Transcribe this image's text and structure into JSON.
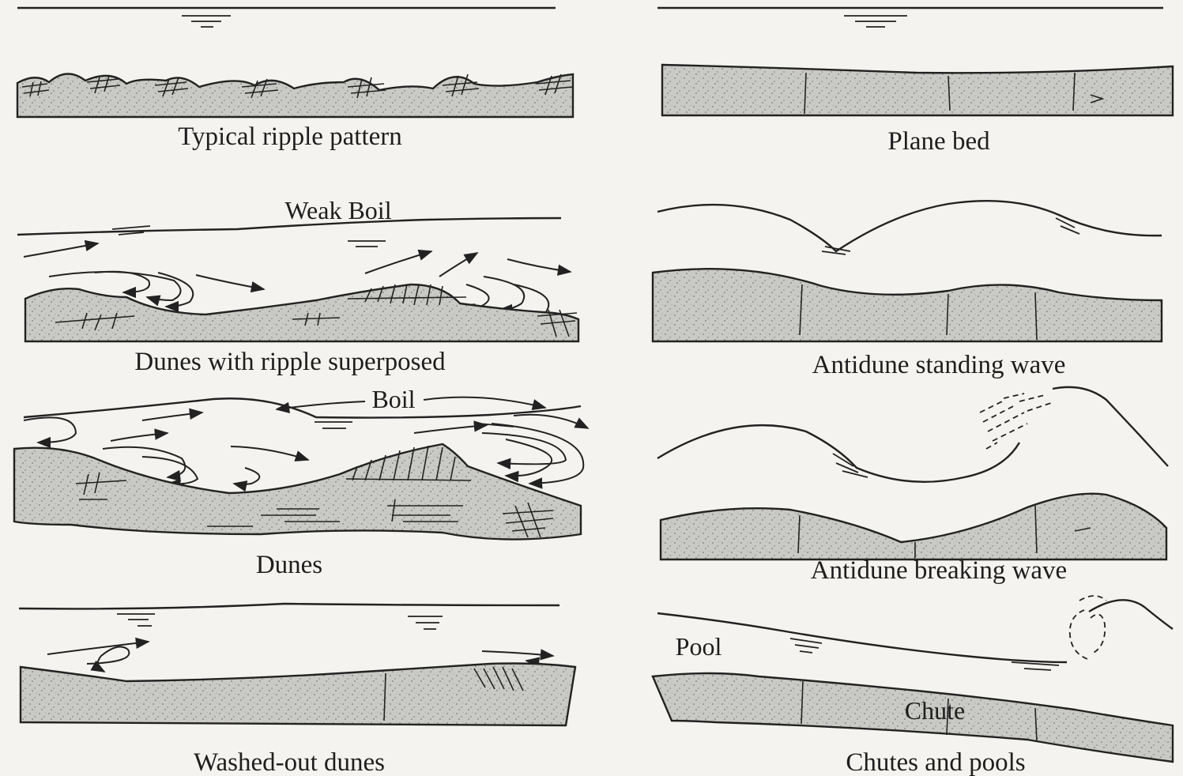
{
  "panels": {
    "typical_ripple": {
      "caption": "Typical ripple pattern"
    },
    "plane_bed": {
      "caption": "Plane bed"
    },
    "dunes_ripple": {
      "caption": "Dunes with ripple superposed",
      "label": "Weak Boil"
    },
    "antidune_standing": {
      "caption": "Antidune standing wave"
    },
    "dunes": {
      "caption": "Dunes",
      "label": "Boil"
    },
    "antidune_breaking": {
      "caption": "Antidune breaking wave"
    },
    "washed_out": {
      "caption": "Washed-out dunes"
    },
    "chutes_pools": {
      "caption": "Chutes and pools",
      "label_pool": "Pool",
      "label_chute": "Chute"
    }
  }
}
